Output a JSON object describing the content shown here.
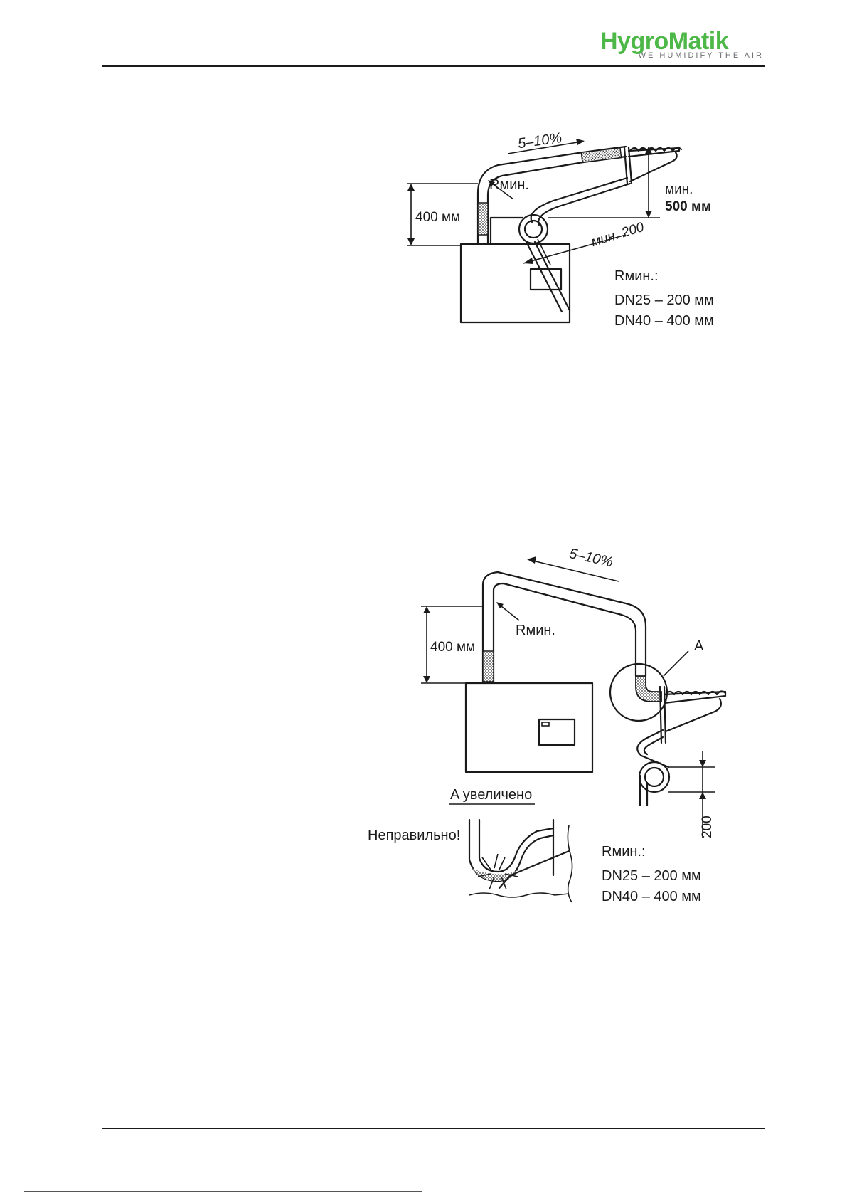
{
  "header": {
    "brand": "HygroMatik",
    "tagline": "WE HUMIDIFY THE AIR",
    "brand_color": "#4db848",
    "tagline_color": "#6d6e71"
  },
  "figure1": {
    "slope": "5–10%",
    "r_min": "Rмин.",
    "height_400": "400 мм",
    "min_label": "мин.",
    "min_500": "500 мм",
    "min_200": "мин. 200",
    "rmin_title": "Rмин.:",
    "dn25": "DN25 – 200 мм",
    "dn40": "DN40 – 400 мм"
  },
  "figure2": {
    "slope": "5–10%",
    "r_min": "Rмин.",
    "height_400": "400 мм",
    "detail_marker": "A",
    "enlarged": "A увеличено",
    "wrong": "Неправильно!",
    "dim_200": "200",
    "rmin_title": "Rмин.:",
    "dn25": "DN25 – 200 мм",
    "dn40": "DN40 – 400 мм"
  }
}
